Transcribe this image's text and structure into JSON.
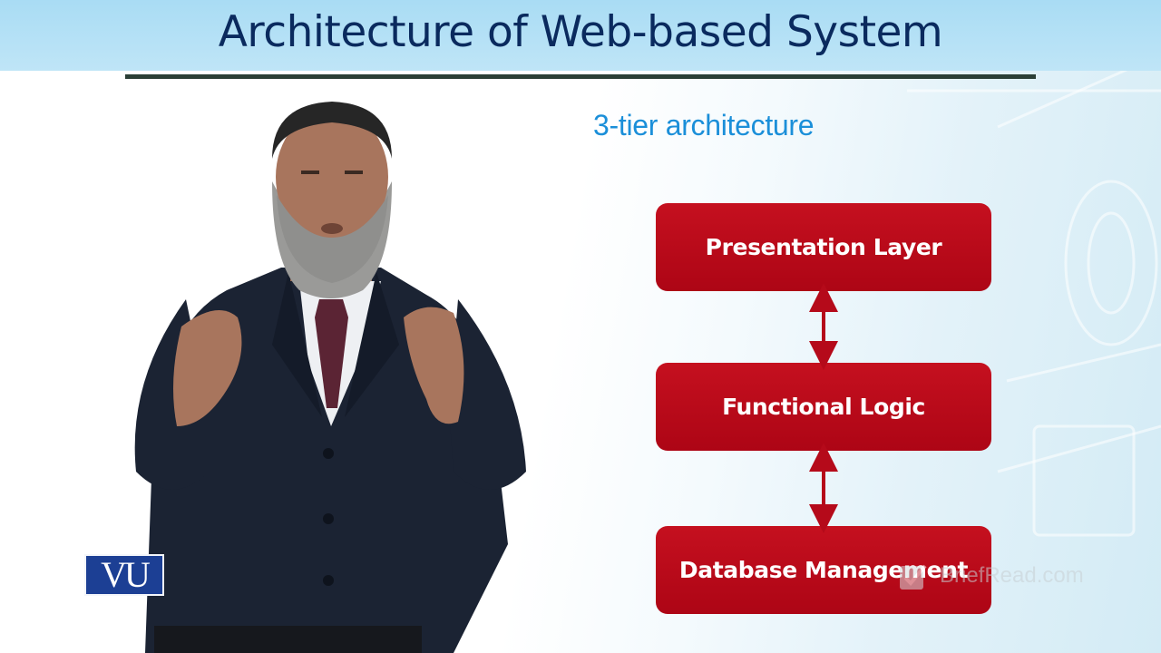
{
  "slide": {
    "title": "Architecture of Web-based System",
    "subtitle": "3-tier architecture"
  },
  "diagram": {
    "layers": [
      {
        "label": "Presentation Layer"
      },
      {
        "label": "Functional Logic"
      },
      {
        "label": "Database Management"
      }
    ],
    "connections": [
      {
        "from": "Presentation Layer",
        "to": "Functional Logic",
        "type": "bidirectional"
      },
      {
        "from": "Functional Logic",
        "to": "Database Management",
        "type": "bidirectional"
      }
    ]
  },
  "logo": {
    "text": "VU"
  },
  "watermark": {
    "text": "BriefRead.com",
    "icon": "pencil-check-icon"
  },
  "colors": {
    "title_band": "#a9dcf4",
    "title_text": "#0a2a5e",
    "subtitle": "#1b8fd9",
    "layer_fill": "#b80818",
    "logo_bg": "#1c3f94"
  }
}
